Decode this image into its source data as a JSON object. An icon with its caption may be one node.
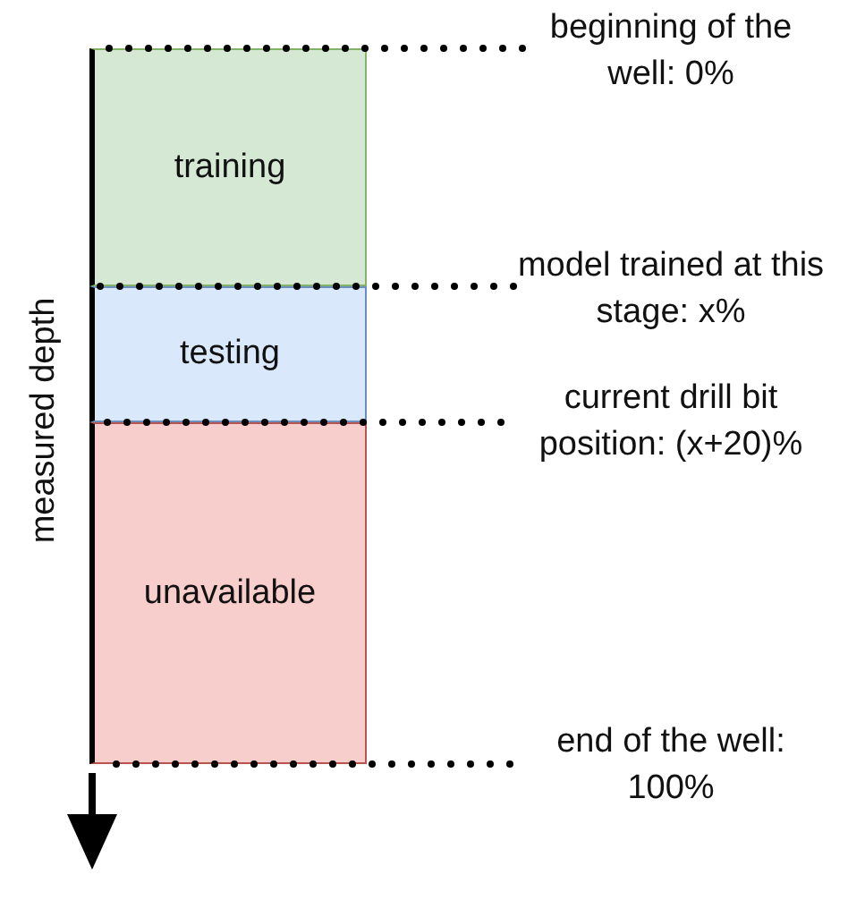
{
  "diagram": {
    "nodes": [
      {
        "text": [
          "training"
        ]
      },
      {
        "text": [
          "testing"
        ]
      },
      {
        "text": [
          "unavailable"
        ]
      },
      {
        "text": [
          "beginning of the well: 0%"
        ]
      },
      {
        "text": [
          "model trained at this stage: x%"
        ]
      },
      {
        "text": [
          "current drill bit position: (x+20)%"
        ]
      },
      {
        "text": [
          "end of the well: 100%"
        ]
      }
    ],
    "edges": [
      {
        "from": 3,
        "to": 0,
        "arrow": "none",
        "style": "dashed"
      },
      {
        "from": 4,
        "to": 1,
        "arrow": "none",
        "style": "dashed"
      },
      {
        "from": 5,
        "to": 2,
        "arrow": "none",
        "style": "dashed"
      },
      {
        "from": 6,
        "to": 2,
        "arrow": "none",
        "style": "dashed"
      }
    ],
    "labels": [
      "measured depth"
    ]
  }
}
